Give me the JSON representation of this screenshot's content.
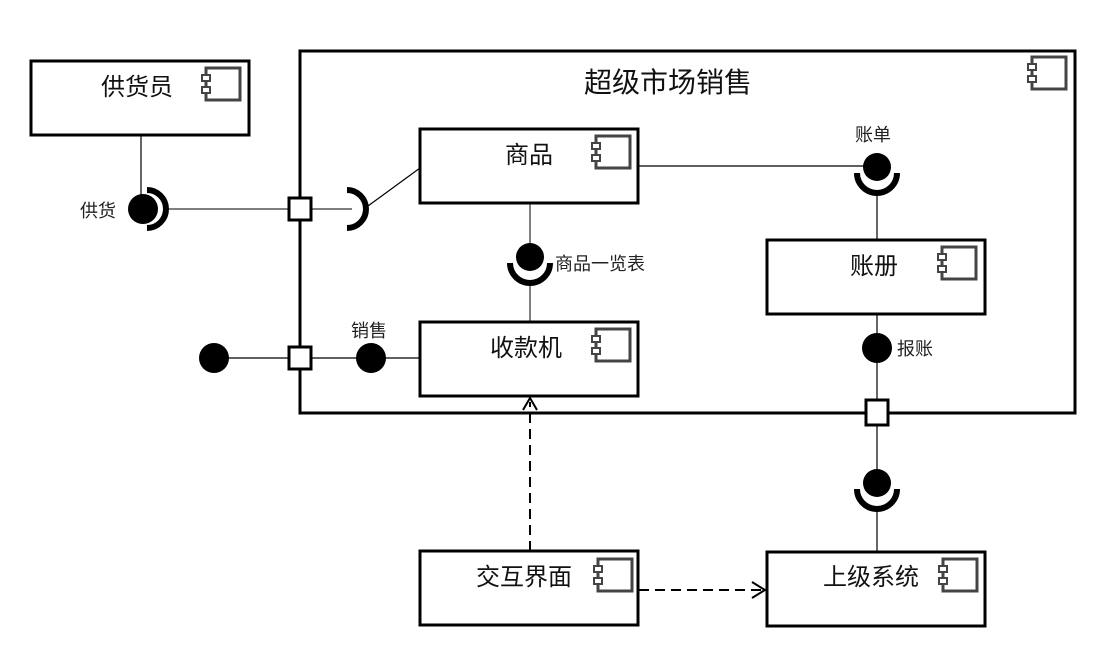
{
  "diagram": {
    "type": "UML component diagram",
    "system": {
      "title": "超级市场销售"
    },
    "components": {
      "supplier": "供货员",
      "goods": "商品",
      "ledger": "账册",
      "cashier": "收款机",
      "interface": "交互界面",
      "upper_system": "上级系统"
    },
    "interfaces": {
      "supply": "供货",
      "bill": "账单",
      "goods_list": "商品一览表",
      "sales": "销售",
      "report": "报账"
    },
    "colors": {
      "line": "#000000",
      "background": "#ffffff",
      "icon": "#444444"
    }
  }
}
